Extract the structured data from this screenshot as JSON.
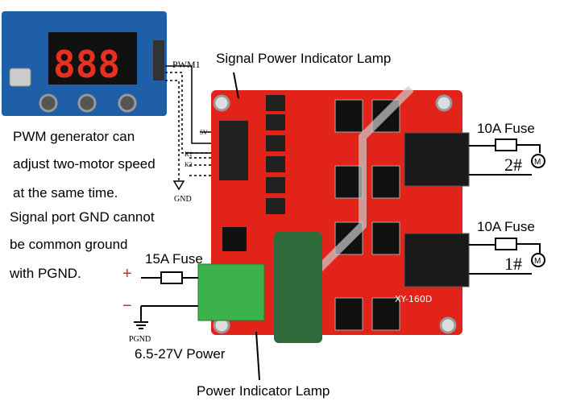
{
  "labels": {
    "signal_lamp": "Signal Power Indicator Lamp",
    "pwm1": "PWM1",
    "pwm_desc_1": "PWM generator can",
    "pwm_desc_2": "adjust two-motor speed",
    "pwm_desc_3": "at the same time.",
    "gnd_note_1": "Signal port GND cannot",
    "gnd_note_2": "be common ground",
    "gnd_note_3": "with PGND.",
    "fuse_top": "10A Fuse",
    "fuse_bottom": "10A Fuse",
    "fuse_input": "15A Fuse",
    "motor_2": "2#",
    "motor_1": "1#",
    "motor_symbol": "M",
    "power_range": "6.5-27V Power",
    "power_lamp": "Power Indicator Lamp",
    "gnd": "GND",
    "pgnd": "PGND",
    "plus": "+",
    "minus": "−",
    "sv": "5V",
    "k1": "K1",
    "k2": "K2",
    "board_model": "XY-160D",
    "pwm_display": "888"
  },
  "icons": [
    "led-display-icon",
    "usb-port-icon",
    "ground-symbol-icon",
    "fuse-icon",
    "motor-icon",
    "terminal-block-icon",
    "capacitor-icon",
    "mosfet-icon"
  ],
  "colors": {
    "board_red": "#e2231a",
    "pcb_blue": "#1f5fa8",
    "terminal_green": "#3bb34a",
    "capacitor_green": "#2f6b3a"
  }
}
